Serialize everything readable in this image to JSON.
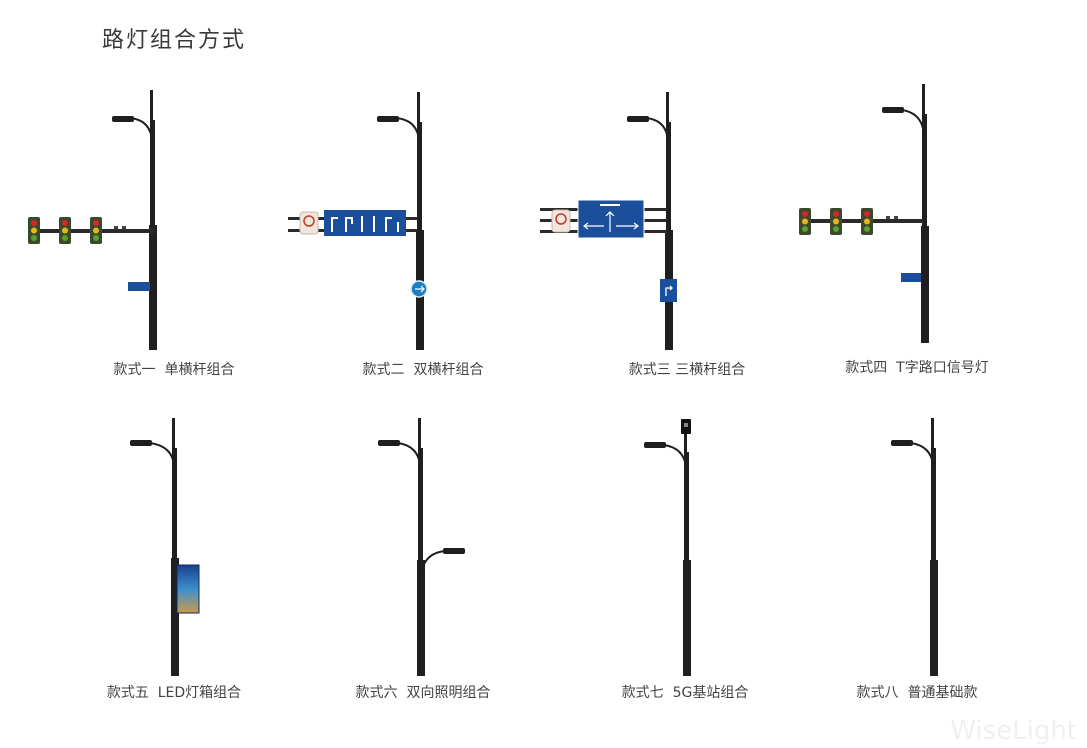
{
  "title": "路灯组合方式",
  "colors": {
    "pole": "#1f1f1f",
    "sign_blue": "#1b4f9c",
    "signal_housing": "#3c4a2c",
    "red": "#d8262b",
    "yellow": "#e2b81c",
    "green": "#5aa02c"
  },
  "styles": [
    {
      "caption": "款式一  单横杆组合"
    },
    {
      "caption": "款式二  双横杆组合"
    },
    {
      "caption": "款式三 三横杆组合"
    },
    {
      "caption": "款式四  T字路口信号灯"
    },
    {
      "caption": "款式五  LED灯箱组合"
    },
    {
      "caption": "款式六  双向照明组合"
    },
    {
      "caption": "款式七  5G基站组合"
    },
    {
      "caption": "款式八  普通基础款"
    }
  ],
  "watermark": "WiseLight"
}
